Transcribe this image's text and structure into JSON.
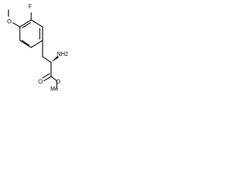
{
  "molecule": {
    "labels": {
      "fluorine": "F",
      "oxygen_methoxy": "O",
      "amine": "NH2",
      "oxygen_carbonyl": "O",
      "oxygen_ester": "O",
      "ester_methyl": "Me"
    },
    "stereo": {
      "wedge_bond": "bold"
    }
  }
}
